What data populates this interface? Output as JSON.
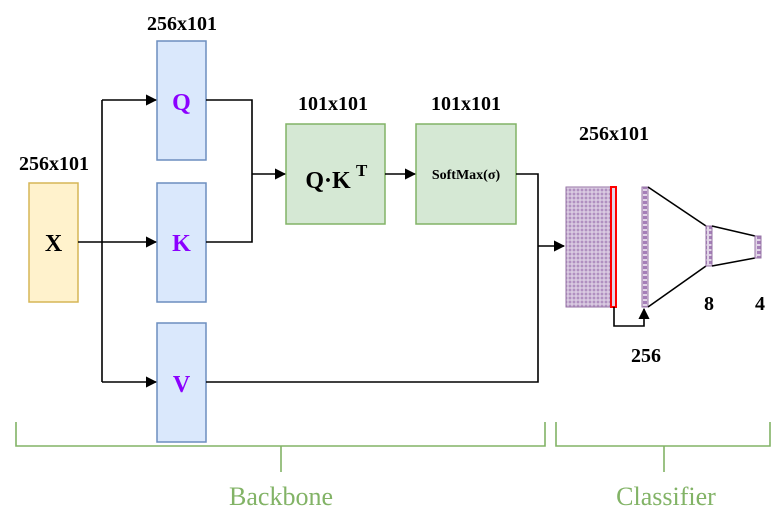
{
  "dims": {
    "x": "256x101",
    "q": "256x101",
    "qk": "101x101",
    "softmax": "101x101",
    "classifier": "256x101"
  },
  "blocks": {
    "x": "X",
    "q": "Q",
    "k": "K",
    "v": "V",
    "qk_base": "Q·K",
    "qk_sup": "T",
    "softmax": "SoftMax(σ)"
  },
  "layers": {
    "l256": "256",
    "l8": "8",
    "l4": "4"
  },
  "sections": {
    "backbone": "Backbone",
    "classifier": "Classifier"
  },
  "colors": {
    "x_fill": "#fff2cc",
    "x_stroke": "#d6b656",
    "qkv_fill": "#dae8fc",
    "qkv_stroke": "#6c8ebf",
    "op_fill": "#d5e8d4",
    "op_stroke": "#82b366",
    "qkv_text": "#8b00ff",
    "grid_fill": "#e1d5e7",
    "grid_stroke": "#9673a6",
    "highlight": "#ff0000",
    "section_text": "#82b366"
  }
}
